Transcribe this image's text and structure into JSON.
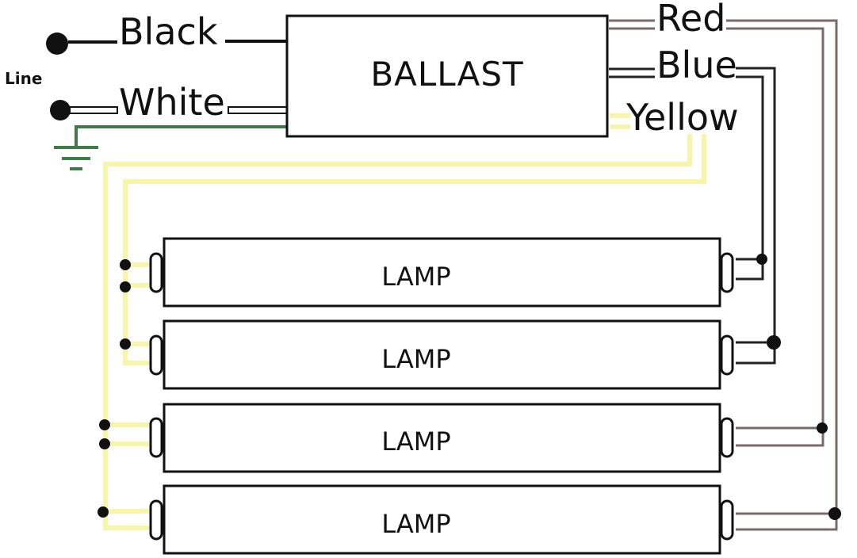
{
  "diagram": {
    "line_label": "Line",
    "ballast_label": "BALLAST",
    "wires": {
      "black": "Black",
      "white": "White",
      "red": "Red",
      "blue": "Blue",
      "yellow": "Yellow"
    },
    "lamps": [
      {
        "label": "LAMP"
      },
      {
        "label": "LAMP"
      },
      {
        "label": "LAMP"
      },
      {
        "label": "LAMP"
      }
    ]
  },
  "colors": {
    "outline": "#111111",
    "yellow_wire": "#f7f5a8",
    "ground_wire": "#3f7a4a",
    "red_wire": "#7a6a6a",
    "blue_wire": "#222222"
  }
}
